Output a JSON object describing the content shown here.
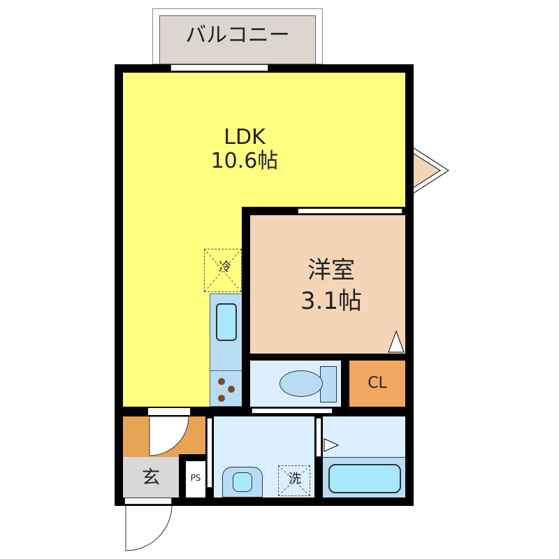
{
  "balcony": {
    "label": "バルコニー"
  },
  "ldk": {
    "label": "LDK",
    "size": "10.6帖"
  },
  "western_room": {
    "label": "洋室",
    "size": "3.1帖"
  },
  "closet": {
    "label": "CL"
  },
  "entrance": {
    "label": "玄"
  },
  "pipe_space": {
    "label": "PS"
  },
  "fridge_space": {
    "label": "冷"
  },
  "washer_space": {
    "label": "洗"
  },
  "colors": {
    "ldk": "#ffff80",
    "western_room": "#f5d5b8",
    "balcony": "#ddd6cf",
    "closet": "#f0a860",
    "entrance": "#d8d8d8",
    "wet_area": "#dcefff",
    "fixture": "#b9dcf5",
    "wall": "#000000"
  }
}
